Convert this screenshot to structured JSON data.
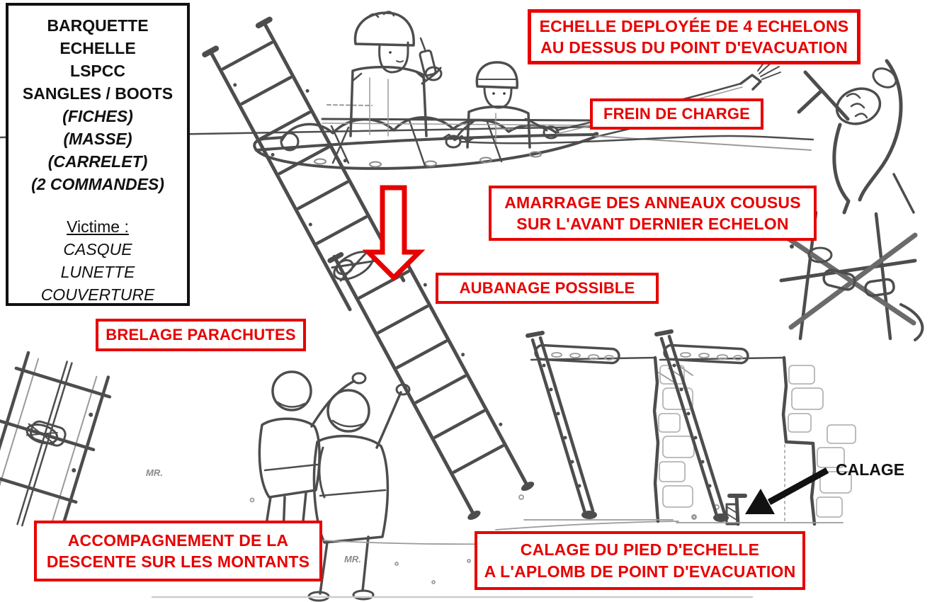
{
  "colors": {
    "accent_red": "#e80000",
    "ink": "#111111",
    "sketch_gray": "#4d4d4d"
  },
  "materials_panel": {
    "equipment": [
      "BARQUETTE",
      "ECHELLE",
      "LSPCC",
      "SANGLES / BOOTS"
    ],
    "equipment_detail": [
      "(FICHES)",
      "(MASSE)",
      "(CARRELET)",
      "(2 COMMANDES)"
    ],
    "victim_heading": "Victime :",
    "victim_equipment": [
      "CASQUE",
      "LUNETTE",
      "COUVERTURE"
    ]
  },
  "callouts": {
    "echelle_deployee": {
      "lines": [
        "ECHELLE DEPLOYÉE DE 4 ECHELONS",
        "AU DESSUS DU POINT D'EVACUATION"
      ]
    },
    "frein_de_charge": {
      "lines": [
        "FREIN DE CHARGE"
      ]
    },
    "amarrage": {
      "lines": [
        "AMARRAGE DES ANNEAUX COUSUS",
        "SUR L'AVANT DERNIER ECHELON"
      ]
    },
    "aubanage": {
      "lines": [
        "AUBANAGE POSSIBLE"
      ]
    },
    "brelage": {
      "lines": [
        "BRELAGE PARACHUTES"
      ]
    },
    "accompagnement": {
      "lines": [
        "ACCOMPAGNEMENT DE LA",
        "DESCENTE SUR LES MONTANTS"
      ]
    },
    "calage_pied": {
      "lines": [
        "CALAGE DU PIED D'ECHELLE",
        "A L'APLOMB DE POINT D'EVACUATION"
      ]
    }
  },
  "annotations": {
    "calage_label": "CALAGE",
    "artist_signature": "MR."
  }
}
